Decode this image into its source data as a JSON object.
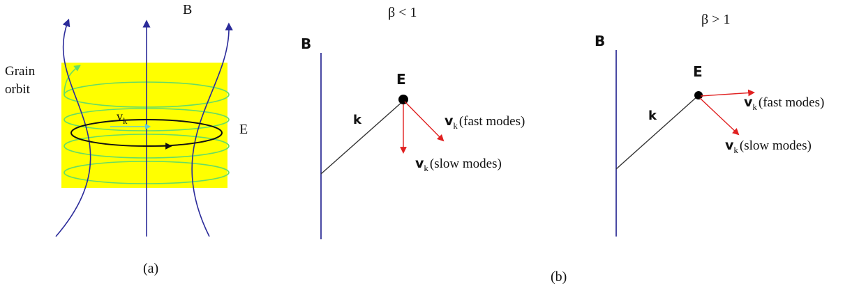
{
  "panel_a": {
    "field_label": "B",
    "grain_orbit_label_line1": "Grain",
    "grain_orbit_label_line2": "orbit",
    "velocity_label": "v",
    "velocity_subscript": "k",
    "wave_label": "E",
    "caption": "(a)",
    "colors": {
      "background_square": "#ffff00",
      "field_lines": "#2b2b9a",
      "grain_helix": "#66dd66",
      "orbit": "#111111",
      "velocity_arrow": "#66cccc"
    }
  },
  "panel_b_left": {
    "beta_label": "β < 1",
    "field_label": "B",
    "point_label": "E",
    "k_label": "k",
    "fast_label_v": "v",
    "fast_label_sub": "k",
    "fast_label_text": "(fast modes)",
    "slow_label_v": "v",
    "slow_label_sub": "k",
    "slow_label_text": "(slow modes)"
  },
  "panel_b_right": {
    "beta_label": "β > 1",
    "field_label": "B",
    "point_label": "E",
    "k_label": "k",
    "fast_label_v": "v",
    "fast_label_sub": "k",
    "fast_label_text": "(fast modes)",
    "slow_label_v": "v",
    "slow_label_sub": "k",
    "slow_label_text": "(slow modes)"
  },
  "caption_b": "(b)",
  "colors": {
    "field_line": "#1a1a8c",
    "k_vector": "#333333",
    "velocity_arrow": "#e02020",
    "point": "#000000"
  }
}
